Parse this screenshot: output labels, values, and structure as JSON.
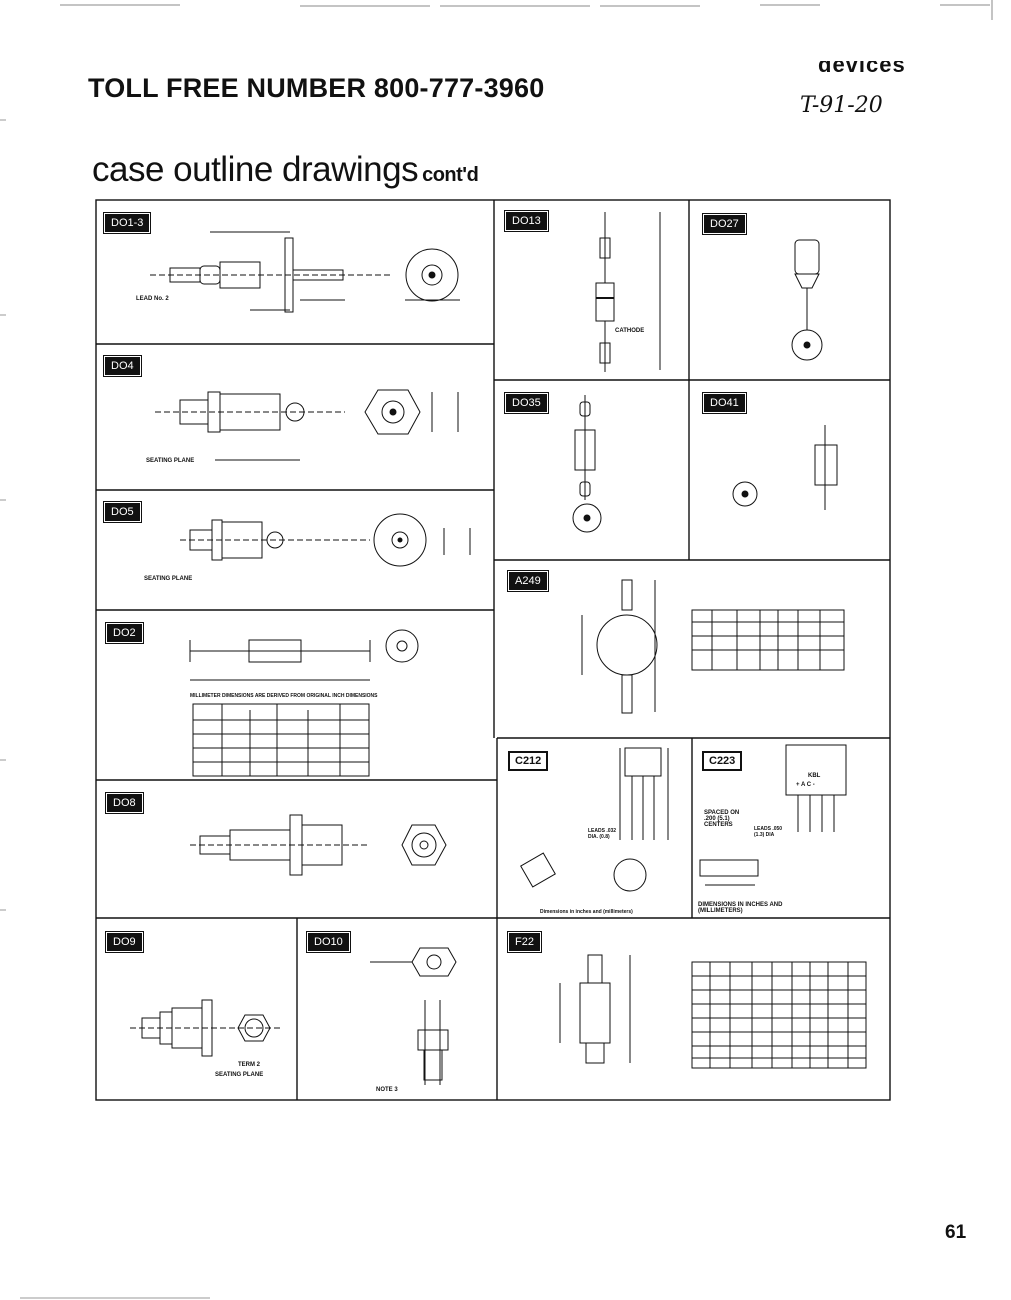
{
  "header": {
    "toll_free": "TOLL FREE NUMBER 800-777-3960",
    "brand_fragment": "devices",
    "handwritten_code": "T-91-20"
  },
  "section": {
    "title": "case outline drawings",
    "subtitle": "cont'd"
  },
  "page_number": "61",
  "panels": {
    "do13": "DO13",
    "do27": "DO27",
    "do1_3": "DO1-3",
    "do4": "DO4",
    "do35": "DO35",
    "do41": "DO41",
    "do5": "DO5",
    "do2": "DO2",
    "a249": "A249",
    "do8": "DO8",
    "c212": "C212",
    "c223": "C223",
    "do9": "DO9",
    "do10": "DO10",
    "f22": "F22"
  },
  "notes": {
    "do2_caption": "MILLIMETER DIMENSIONS ARE DERIVED FROM ORIGINAL INCH DIMENSIONS",
    "c212_caption": "Dimensions in inches and (millimeters)",
    "c223_caption": "DIMENSIONS IN INCHES AND (MILLIMETERS)",
    "c223_spaced": "SPACED ON .200 (5.1) CENTERS",
    "c223_leads": "LEADS .050 (1.3) DIA",
    "c223_kbl": "KBL",
    "c223_pins": "+ A C -",
    "c212_leads": "LEADS .032 DIA. (0.8)",
    "do4_seating": "SEATING PLANE",
    "do5_seating": "SEATING PLANE",
    "do1_lead": "LEAD No. 2",
    "do13_cathode": "CATHODE",
    "do9_seating": "SEATING PLANE",
    "do9_term": "TERM 2",
    "do10_note": "NOTE 3"
  }
}
